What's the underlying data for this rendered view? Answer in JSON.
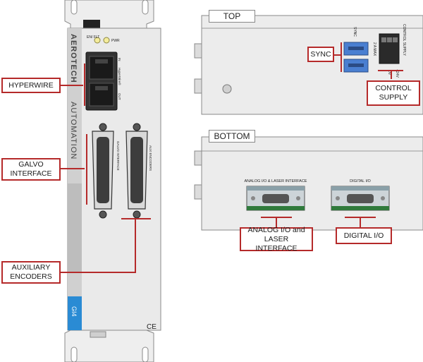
{
  "colors": {
    "callout_border": "#b52a2a",
    "callout_line": "#b52a2a",
    "panel_gray": "#e6e6e6",
    "panel_dark": "#c8c8c8",
    "brand_blue": "#2a8bd4",
    "usb_blue": "#4a7fd1",
    "connector_green": "#2f7a3c"
  },
  "callouts": {
    "hyperwire": "HYPERWIRE",
    "galvo_interface": "GALVO\nINTERFACE",
    "auxiliary_encoders": "AUXILIARY\nENCODERS",
    "sync": "SYNC",
    "control_supply": "CONTROL\nSUPPLY",
    "analog_io_laser": "ANALOG I/O and\nLASER INTERFACE",
    "digital_io": "DIGITAL I/O"
  },
  "views": {
    "top": "TOP",
    "bottom": "BOTTOM"
  },
  "front_panel": {
    "brand_top": "AEROTECH",
    "brand_bottom": "AUTOMATION",
    "model": "GI4",
    "led_enflt": "EN/\nFLT",
    "led_pwr": "PWR",
    "port_in": "IN",
    "port_out": "OUT",
    "hyperwire_mark": "HyperWire®",
    "galvo_label": "GALVO INTERFACE",
    "aux_label": "AUX ENCODERS",
    "ce_mark": "CE"
  },
  "top_view": {
    "sync_label": "SYNC",
    "max_label": "2 A MAX",
    "control_supply_label": "CONTROL SUPPLY",
    "zero_v": "0V",
    "plus_24v": "+24V"
  },
  "bottom_view": {
    "analog_label": "ANALOG I/O & LASER INTERFACE",
    "digital_label": "DIGITAL I/O"
  }
}
